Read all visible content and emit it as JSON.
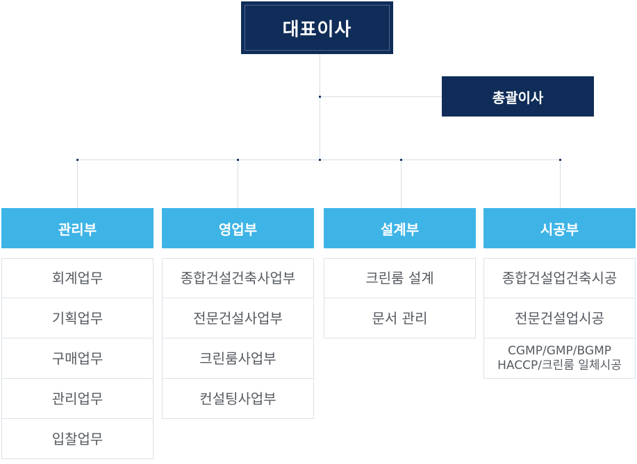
{
  "ceo": {
    "label": "대표이사"
  },
  "general_manager": {
    "label": "총괄이사"
  },
  "departments": [
    {
      "name": "관리부",
      "tasks": [
        "회계업무",
        "기획업무",
        "구매업무",
        "관리업무",
        "입찰업무"
      ]
    },
    {
      "name": "영업부",
      "tasks": [
        "종합건설건축사업부",
        "전문건설사업부",
        "크린룸사업부",
        "컨설팅사업부"
      ]
    },
    {
      "name": "설계부",
      "tasks": [
        "크린룸 설계",
        "문서 관리"
      ]
    },
    {
      "name": "시공부",
      "tasks": [
        "종합건설업건축시공",
        "전문건설업시공"
      ],
      "multiline_task": [
        "CGMP/GMP/BGMP",
        "HACCP/크린룸 일체시공"
      ]
    }
  ],
  "colors": {
    "navy": "#0f2d58",
    "sky": "#3eb4e6",
    "line": "#d7dde3",
    "text": "#555a60"
  }
}
